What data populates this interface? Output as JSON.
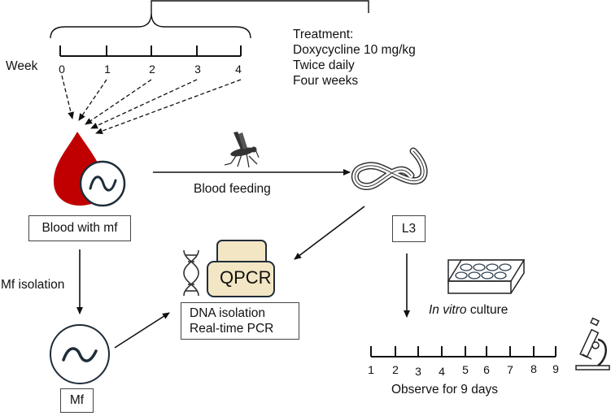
{
  "colors": {
    "blood": "#c00000",
    "mf_stroke": "#1f2d3a",
    "qpcr_fill": "#f3e6c4",
    "qpcr_stroke": "#1f2d3a",
    "line": "#111111"
  },
  "week_timeline": {
    "label": "Week",
    "ticks": [
      "0",
      "1",
      "2",
      "3",
      "4"
    ]
  },
  "treatment": {
    "lines": [
      "Treatment:",
      "Doxycycline 10 mg/kg",
      "Twice daily",
      "Four weeks"
    ]
  },
  "nodes": {
    "blood": {
      "label": "Blood with mf",
      "icon": "blood-drop-icon"
    },
    "feeding": {
      "label": "Blood feeding",
      "icon": "mosquito-icon"
    },
    "l3": {
      "label": "L3",
      "icon": "larva-worm-icon"
    },
    "mf_isolation": {
      "label": "Mf isolation"
    },
    "mf": {
      "label": "Mf",
      "icon": "microfilaria-icon"
    },
    "qpcr": {
      "device_label": "QPCR",
      "lines": [
        "DNA isolation",
        "Real-time PCR"
      ],
      "icon": "dna-icon"
    },
    "culture": {
      "label_italic": "In vitro",
      "label_rest": " culture",
      "icon": "well-plate-icon"
    }
  },
  "observe_timeline": {
    "ticks": [
      "1",
      "2",
      "3",
      "4",
      "5",
      "6",
      "7",
      "8",
      "9"
    ],
    "label": "Observe for 9 days",
    "icon": "microscope-icon"
  }
}
